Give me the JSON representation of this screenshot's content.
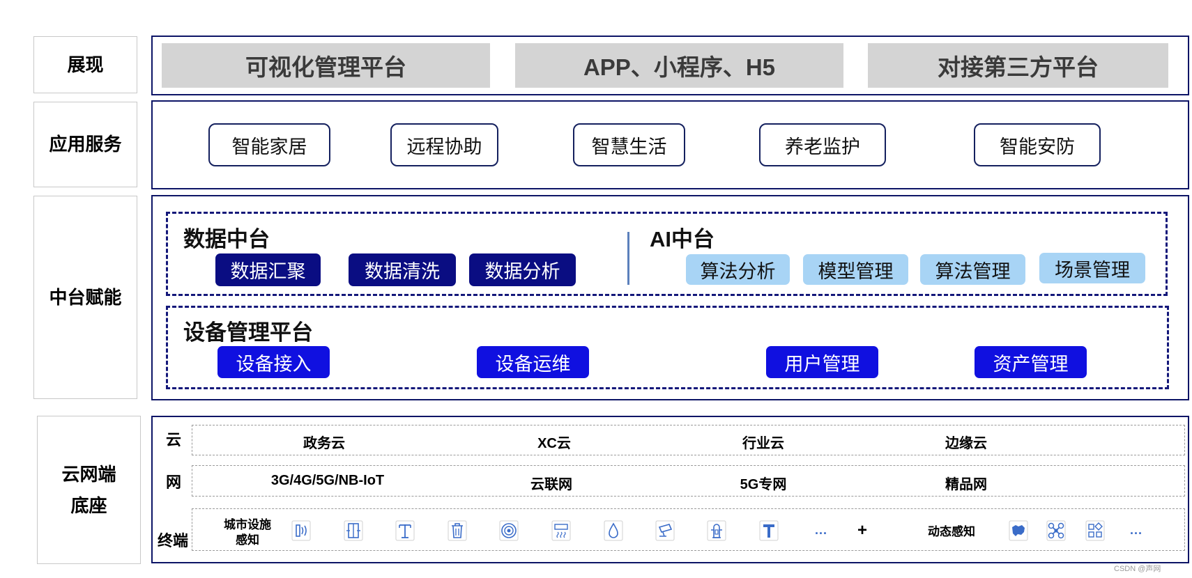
{
  "layers": {
    "presentation": "展现",
    "app_service": "应用服务",
    "middle": "中台赋能",
    "base": "云网端\n底座"
  },
  "presentation_items": [
    "可视化管理平台",
    "APP、小程序、H5",
    "对接第三方平台"
  ],
  "app_items": [
    "智能家居",
    "远程协助",
    "智慧生活",
    "养老监护",
    "智能安防"
  ],
  "data_platform": {
    "title": "数据中台",
    "items": [
      "数据汇聚",
      "数据清洗",
      "数据分析"
    ]
  },
  "ai_platform": {
    "title": "AI中台",
    "items": [
      "算法分析",
      "模型管理",
      "算法管理",
      "场景管理"
    ]
  },
  "device_platform": {
    "title": "设备管理平台",
    "items": [
      "设备接入",
      "设备运维",
      "用户管理",
      "资产管理"
    ]
  },
  "base_rows": {
    "cloud": {
      "label": "云",
      "items": [
        "政务云",
        "XC云",
        "行业云",
        "边缘云"
      ]
    },
    "network": {
      "label": "网",
      "items": [
        "3G/4G/5G/NB-IoT",
        "云联网",
        "5G专网",
        "精品网"
      ]
    },
    "terminal": {
      "label": "终端",
      "city_label": "城市设施\n感知",
      "city_icons": [
        "sensor-icon",
        "door-icon",
        "streetlight-icon",
        "trash-bin-icon",
        "manhole-icon",
        "air-vent-icon",
        "water-drop-icon",
        "camera-icon",
        "hydrant-icon",
        "pole-icon"
      ],
      "ellipsis_1": "...",
      "plus": "+",
      "dynamic_label": "动态感知",
      "dynamic_icons": [
        "map-icon",
        "drone-icon",
        "apps-icon"
      ],
      "ellipsis_2": "..."
    }
  },
  "watermark": "CSDN @声网",
  "colors": {
    "frame": "#0c1466",
    "navy_pill": "#0a0d82",
    "blue_pill": "#1010e0",
    "light_pill": "#a8d4f5",
    "gray_box": "#d4d4d4"
  }
}
